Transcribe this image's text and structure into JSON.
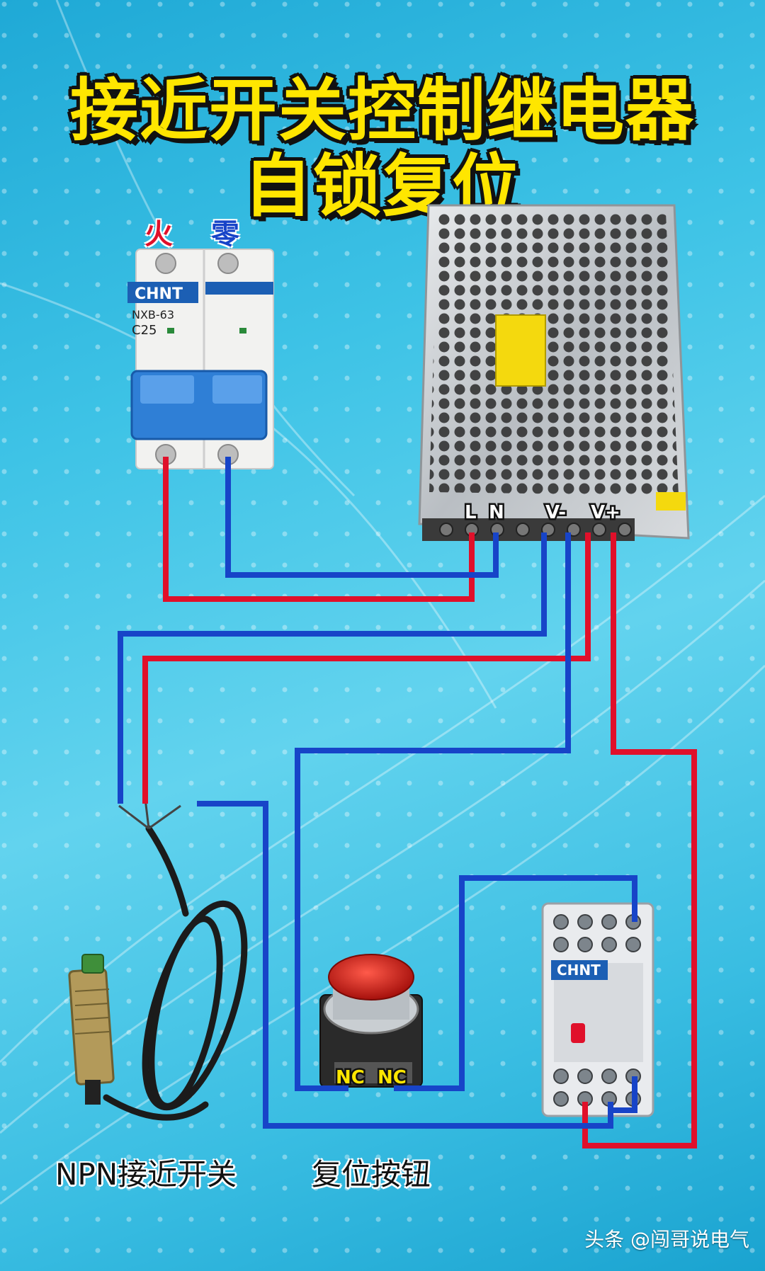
{
  "title": {
    "line1": "接近开关控制继电器",
    "line2": "自锁复位"
  },
  "breaker": {
    "live_label": "火",
    "neutral_label": "零",
    "brand": "CHNT",
    "model": "NXB-63",
    "rating": "C25"
  },
  "psu": {
    "terminals": [
      "L",
      "N",
      "V-",
      "V+"
    ]
  },
  "button": {
    "contact_labels": [
      "NC",
      "NC"
    ]
  },
  "relay": {
    "brand": "CHNT"
  },
  "captions": {
    "sensor": "NPN接近开关",
    "button": "复位按钮"
  },
  "watermark": "头条 @闯哥说电气",
  "colors": {
    "live_wire": "#e0102a",
    "neutral_wire": "#1744c8",
    "title": "#ffe600",
    "background": "#3ec3e6"
  }
}
